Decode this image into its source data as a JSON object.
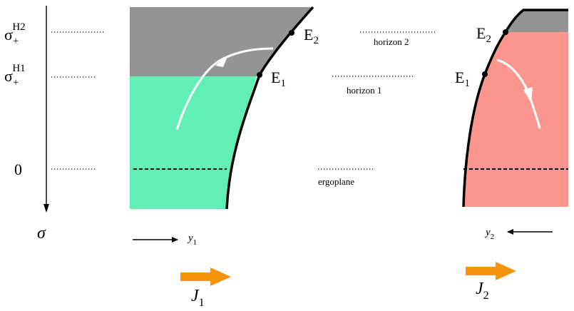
{
  "diagram": {
    "axis": {
      "symbol": "σ",
      "tick_h2": {
        "base": "σ",
        "sub": "+",
        "sup": "H2"
      },
      "tick_h1": {
        "base": "σ",
        "sub": "+",
        "sup": "H1"
      },
      "tick_zero": "0"
    },
    "labels": {
      "horizon2": "horizon 2",
      "horizon1": "horizon 1",
      "ergoplane": "ergoplane"
    },
    "left_panel": {
      "e2": {
        "base": "E",
        "sub": "2"
      },
      "e1": {
        "base": "E",
        "sub": "1"
      },
      "coord": {
        "base": "y",
        "sub": "1"
      },
      "current": {
        "base": "J",
        "sub": "1"
      }
    },
    "right_panel": {
      "e2": {
        "base": "E",
        "sub": "2"
      },
      "e1": {
        "base": "E",
        "sub": "1"
      },
      "coord": {
        "base": "y",
        "sub": "2"
      },
      "current": {
        "base": "J",
        "sub": "2"
      }
    },
    "colors": {
      "green": "#62efb5",
      "gray": "#949494",
      "red": "#fc958d",
      "orange": "#f6940e",
      "black": "#000000",
      "white": "#ffffff"
    }
  }
}
